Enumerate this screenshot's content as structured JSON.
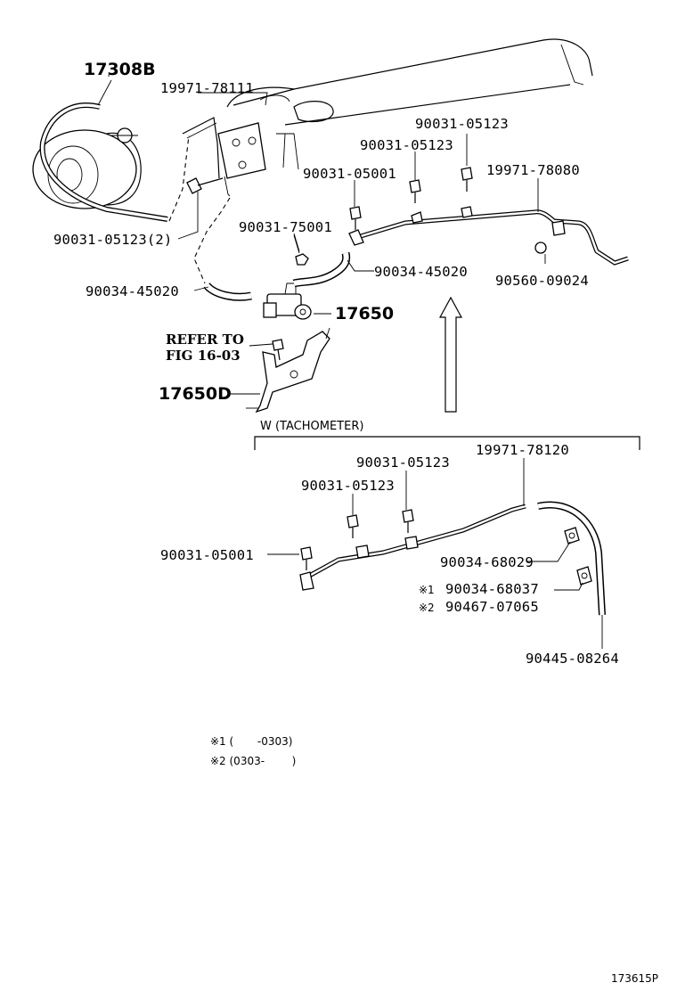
{
  "labels": {
    "p17308b": "17308B",
    "p19971_78111": "19971-78111",
    "p90031_05123_top": "90031-05123",
    "p90031_05123_mid": "90031-05123",
    "p90031_05001_top": "90031-05001",
    "p19971_78080": "19971-78080",
    "p90031_05123_2": "90031-05123(2)",
    "p90031_75001": "90031-75001",
    "p90034_45020_right": "90034-45020",
    "p90560_09024": "90560-09024",
    "p90034_45020_left": "90034-45020",
    "p17650": "17650",
    "refer_to": "REFER TO",
    "fig_ref": "FIG 16-03",
    "p17650d": "17650D",
    "w_tach": "W (TACHOMETER)",
    "p19971_78120": "19971-78120",
    "p90031_05123_low1": "90031-05123",
    "p90031_05123_low2": "90031-05123",
    "p90031_05001_low": "90031-05001",
    "p90034_68029": "90034-68029",
    "p90034_68037": "90034-68037",
    "p90467_07065": "90467-07065",
    "p90445_08264": "90445-08264",
    "mark1": "※1",
    "mark2": "※2",
    "note1": "※1 (       -0303)",
    "note2": "※2 (0303-        )",
    "footer_code": "173615P"
  }
}
